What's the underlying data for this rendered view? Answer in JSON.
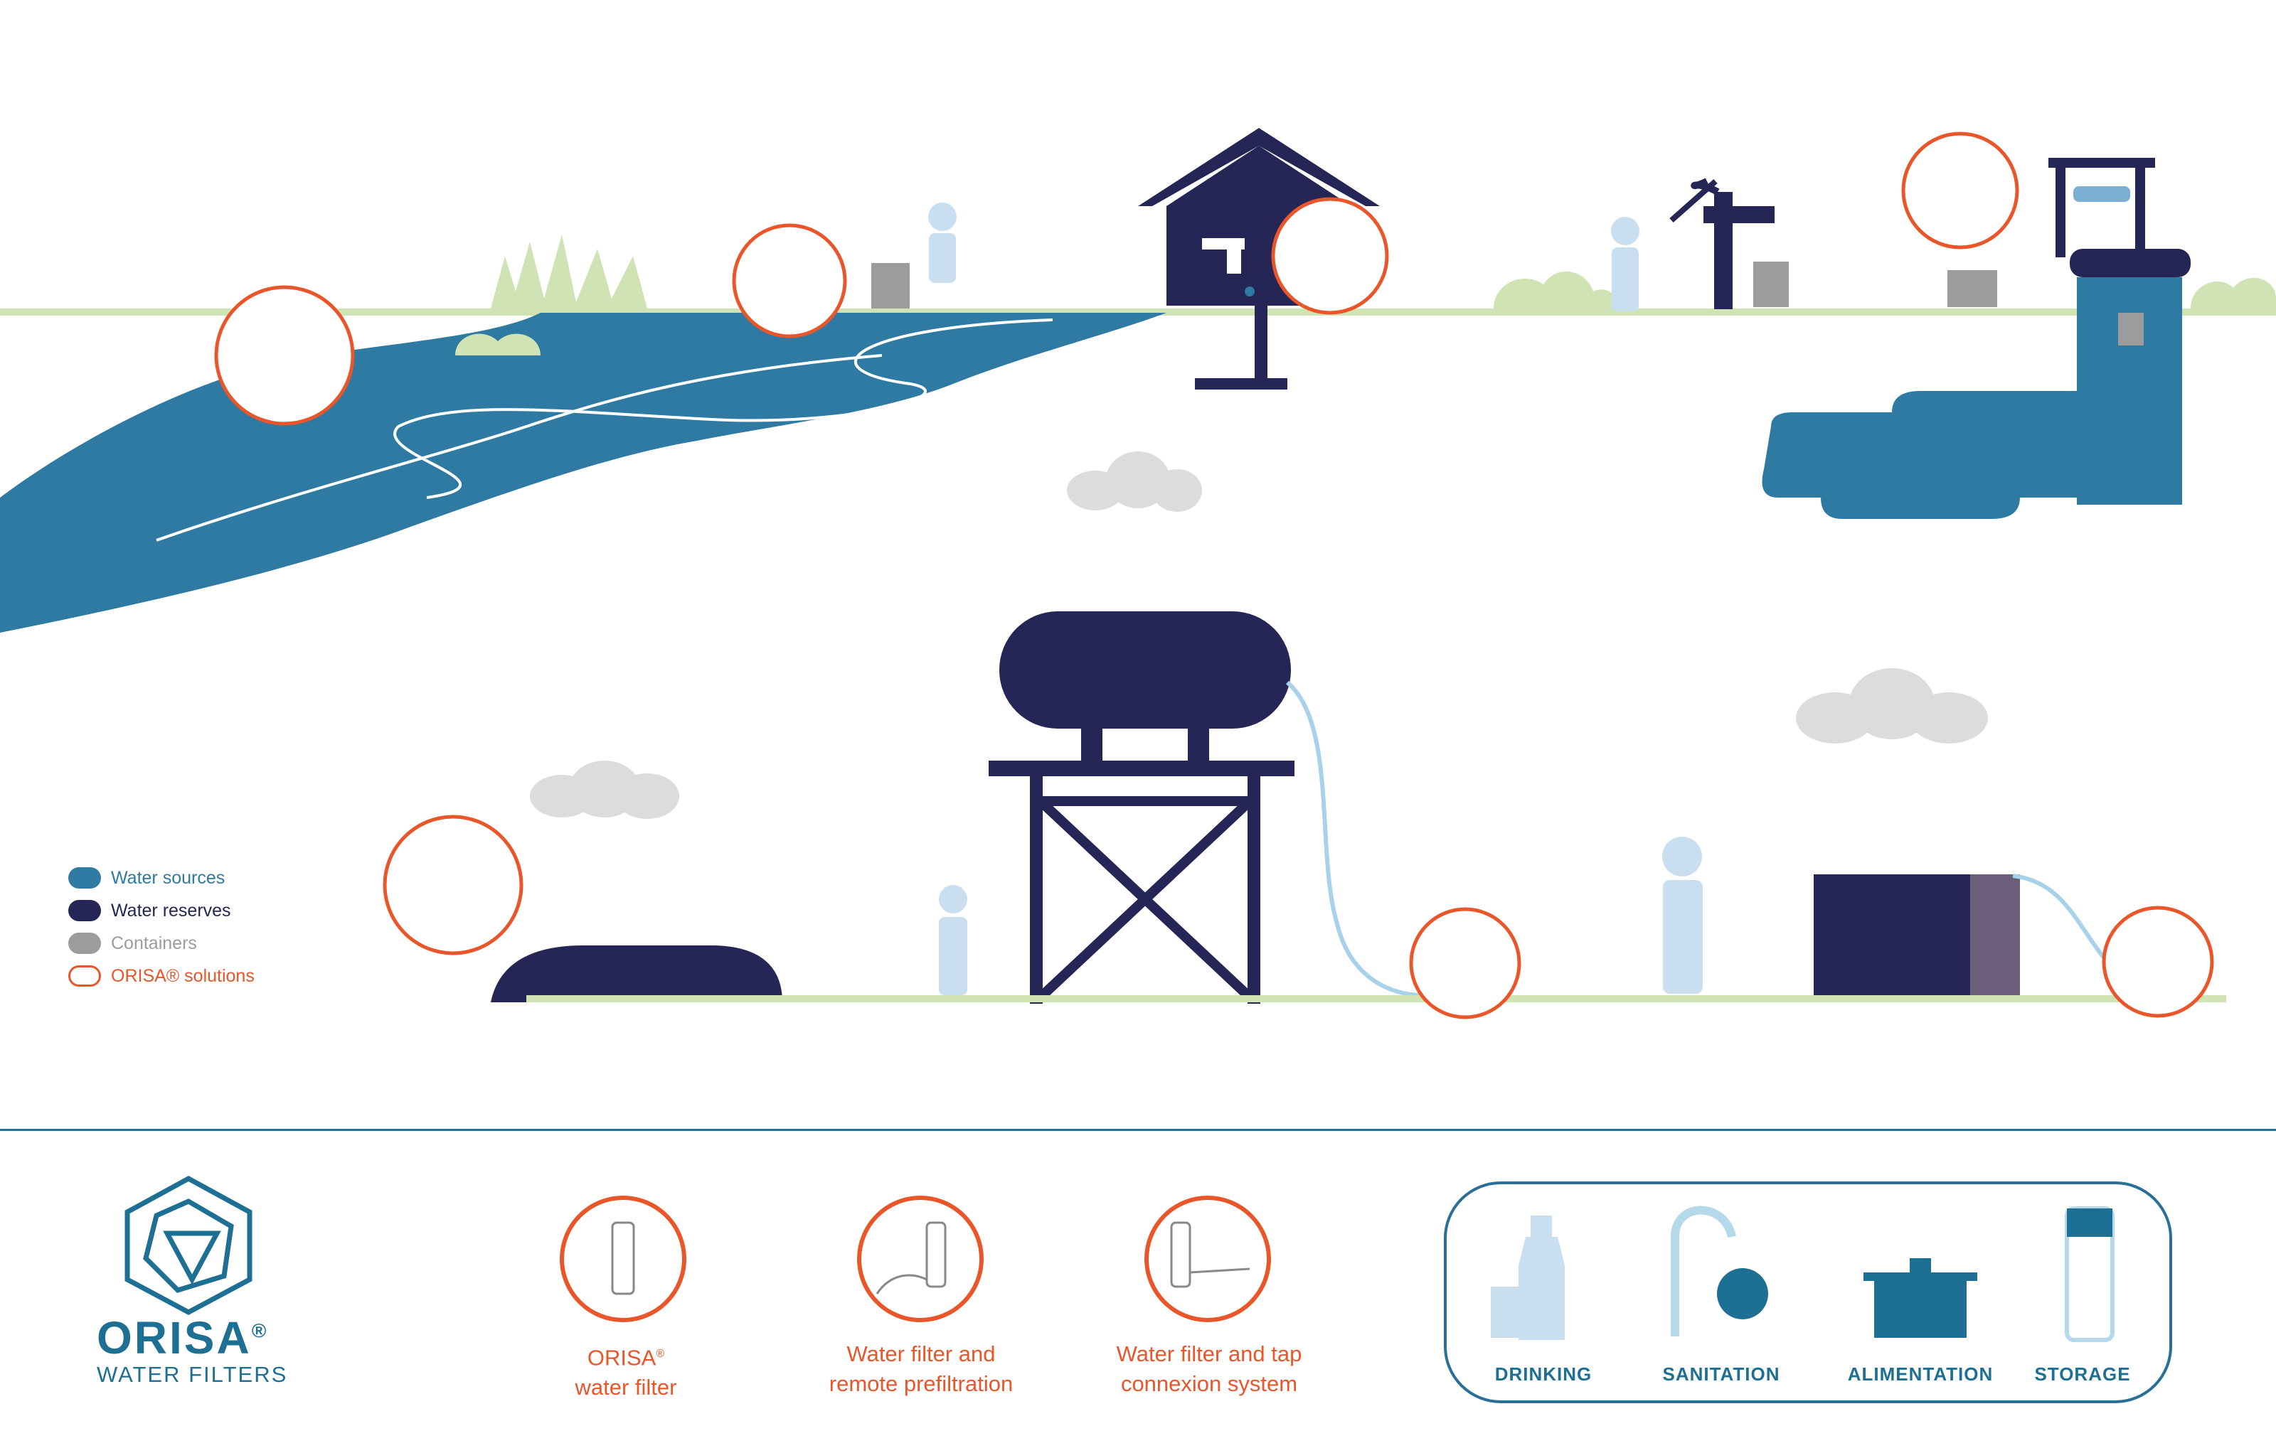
{
  "legend": {
    "items": [
      {
        "label": "Water sources",
        "color": "#2e7aa3"
      },
      {
        "label": "Water reserves",
        "color": "#262656"
      },
      {
        "label": "Containers",
        "color": "#9c9c9c"
      },
      {
        "label": "ORISA® solutions",
        "color": "#e8562a"
      }
    ]
  },
  "brand": {
    "name": "ORISA",
    "reg": "®",
    "subtitle": "WATER FILTERS"
  },
  "solutions": [
    {
      "line1": "ORISA",
      "reg": "®",
      "line2": "water filter"
    },
    {
      "line1": "Water filter and",
      "line2": "remote prefiltration"
    },
    {
      "line1": "Water filter and tap",
      "line2": "connexion system"
    }
  ],
  "uses": [
    {
      "label": "DRINKING",
      "icon": "glass-bottle-icon"
    },
    {
      "label": "SANITATION",
      "icon": "faucet-handwash-icon"
    },
    {
      "label": "ALIMENTATION",
      "icon": "cooking-pot-icon"
    },
    {
      "label": "STORAGE",
      "icon": "storage-container-icon"
    }
  ],
  "colors": {
    "water": "#2e7aa3",
    "reserve": "#262656",
    "container": "#9c9c9c",
    "orisa": "#e8562a",
    "grass": "#cfe3b5",
    "figure": "#c9dff0"
  }
}
